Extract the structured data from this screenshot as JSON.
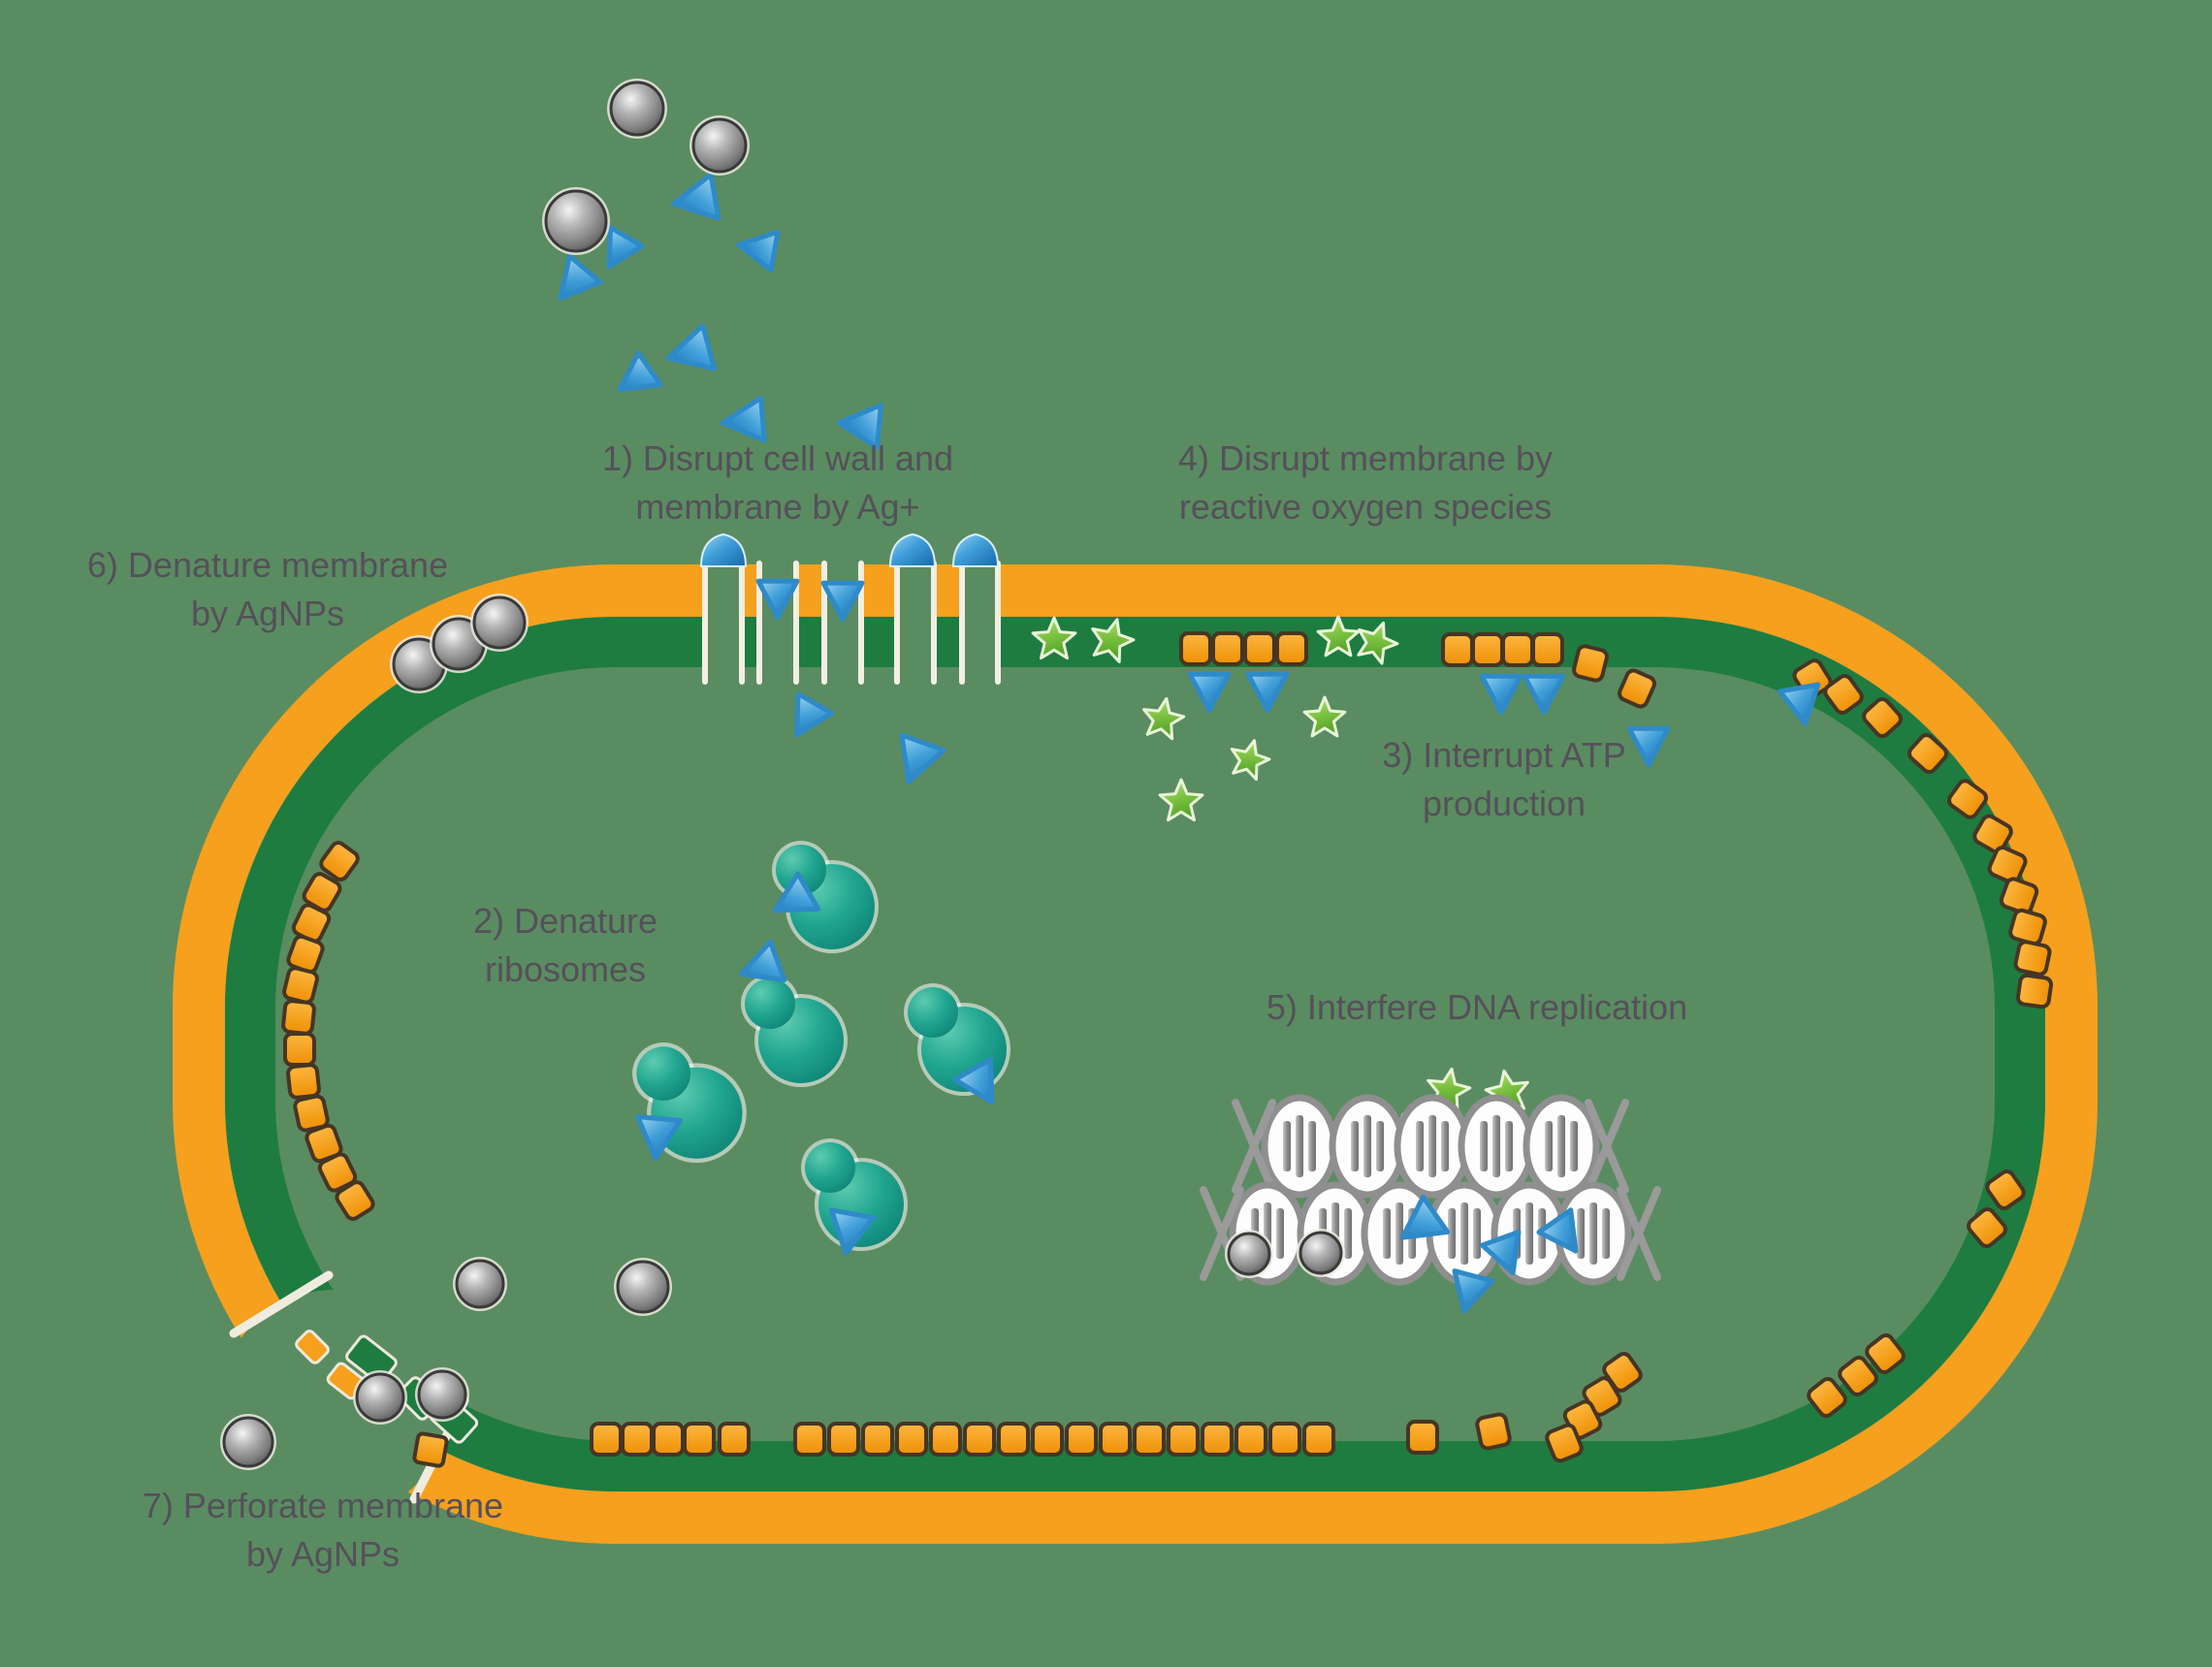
{
  "labels": {
    "mech1": {
      "line1": "1) Disrupt cell wall and",
      "line2": "membrane by Ag+"
    },
    "mech2": {
      "line1": "2) Denature",
      "line2": "ribosomes"
    },
    "mech3": {
      "line1": "3) Interrupt ATP",
      "line2": "production"
    },
    "mech4": {
      "line1": "4) Disrupt membrane by",
      "line2": "reactive oxygen species"
    },
    "mech5": {
      "line1": "5) Interfere DNA replication"
    },
    "mech6": {
      "line1": "6) Denature membrane",
      "line2": "by AgNPs"
    },
    "mech7": {
      "line1": "7) Perforate membrane",
      "line2": "by AgNPs"
    }
  },
  "markers": {
    "agnp_sphere": "silver nanoparticle (gray sphere)",
    "silver_ion_triangle": "Ag+ ion (blue triangle)",
    "ros_star": "reactive oxygen species (green star)",
    "ribosome_blob": "ribosome (teal blob)",
    "atp_square": "membrane ATP unit (orange square)",
    "dna_helix": "DNA double helix",
    "membrane_channel": "membrane channel pore"
  },
  "colors": {
    "background": "#5a8c61",
    "outer_membrane": "#f6a01e",
    "inner_membrane": "#1e7c40",
    "ion_blue": "#3f9ed8",
    "ros_green": "#7cc141",
    "ribosome_teal": "#21a690",
    "atp_orange": "#f9a41b",
    "agnp_gray": "#8c8c8c",
    "dna_gray": "#8f8f8f",
    "channel_wall": "#f2efe2",
    "label_text": "#55505a"
  }
}
